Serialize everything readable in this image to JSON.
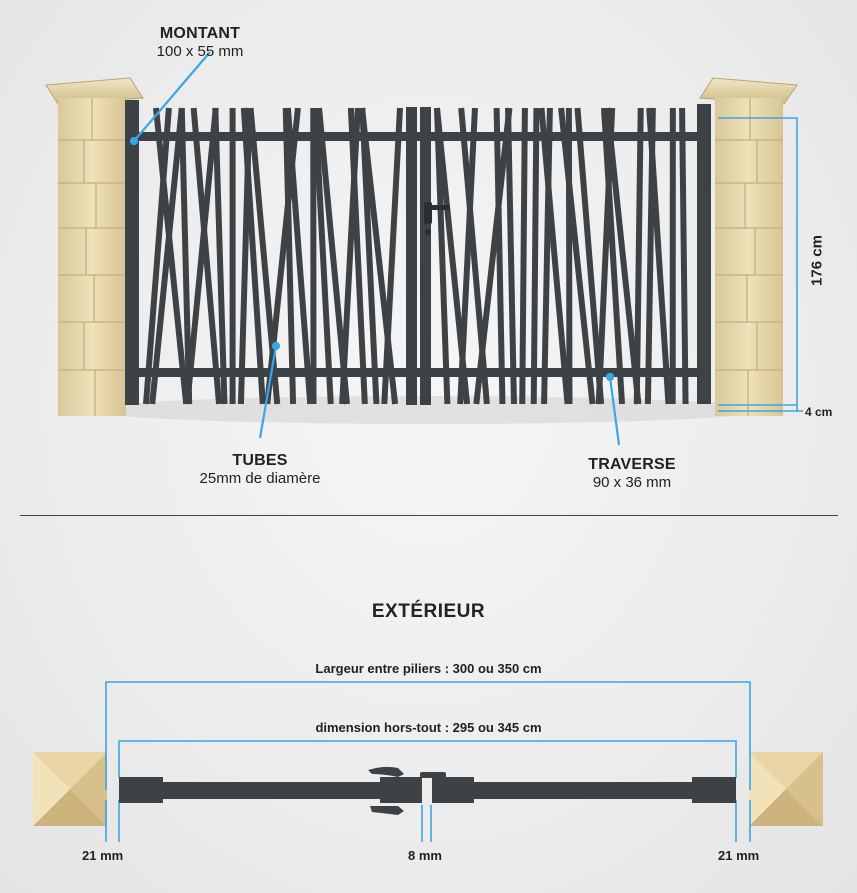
{
  "labels": {
    "montant": {
      "title": "MONTANT",
      "sub": "100 x 55 mm"
    },
    "tubes": {
      "title": "TUBES",
      "sub": "25mm de diamère"
    },
    "traverse": {
      "title": "TRAVERSE",
      "sub": "90 x 36 mm"
    }
  },
  "dimensions": {
    "height": "176 cm",
    "ground_gap": "4 cm",
    "side_left": "21 mm",
    "center": "8 mm",
    "side_right": "21 mm",
    "width_between_pillars": "Largeur entre piliers : 300 ou 350 cm",
    "overall_width": "dimension hors-tout : 295 ou 345 cm"
  },
  "plan_title": "EXTÉRIEUR",
  "colors": {
    "gate": "#3d4247",
    "pillar_stone": "#e8d9ac",
    "pillar_mortar": "#cdbb86",
    "dimension_line": "#3aa6e6",
    "text": "#222222"
  }
}
